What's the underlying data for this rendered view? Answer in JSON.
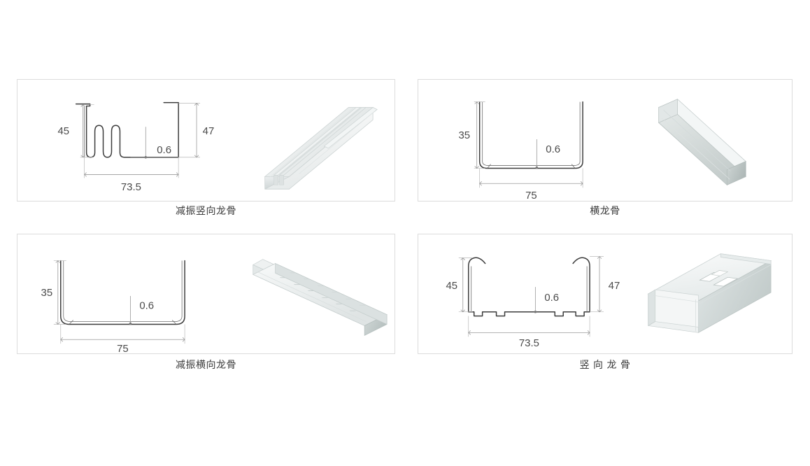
{
  "page": {
    "background_color": "#ffffff",
    "panel_border_color": "#dcdcdc",
    "profile_line_color": "#3c3c3c",
    "dimension_text_color": "#4a4a4a",
    "caption_text_color": "#3a3a3a",
    "metal_fill_color": "#d3d9d8",
    "metal_fill_light": "#eef1f1",
    "metal_fill_dark": "#b9c2c1"
  },
  "panels": [
    {
      "id": "damping-vertical-stud",
      "caption": "减振竖向龙骨",
      "profile_type": "double-rib-channel",
      "dimensions": {
        "left_height": "45",
        "right_height": "47",
        "width": "73.5",
        "thickness": "0.6"
      },
      "render_label": "3d-extrusion-damping-vertical-stud"
    },
    {
      "id": "horizontal-track",
      "caption": "横龙骨",
      "profile_type": "plain-u-channel",
      "dimensions": {
        "left_height": "35",
        "width": "75",
        "thickness": "0.6"
      },
      "render_label": "3d-extrusion-horizontal-track"
    },
    {
      "id": "damping-horizontal-track",
      "caption": "减振横向龙骨",
      "profile_type": "plain-u-channel",
      "dimensions": {
        "left_height": "35",
        "width": "75",
        "thickness": "0.6"
      },
      "render_label": "3d-extrusion-damping-horizontal-track-perforated"
    },
    {
      "id": "vertical-stud",
      "caption": "竖 向 龙 骨",
      "profile_type": "ribbed-c-channel",
      "dimensions": {
        "left_height": "45",
        "right_height": "47",
        "width": "73.5",
        "thickness": "0.6"
      },
      "render_label": "3d-extrusion-vertical-stud-with-service-hole"
    }
  ]
}
